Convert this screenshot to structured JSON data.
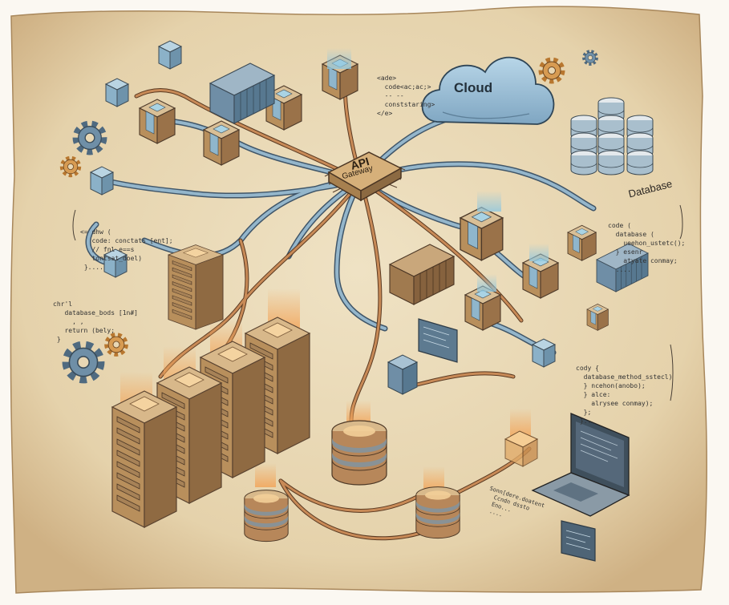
{
  "labels": {
    "cloud": "Cloud",
    "database": "Database",
    "api_gateway_title": "API",
    "api_gateway_subtitle": "Gateway"
  },
  "code_snippets": {
    "top": [
      "<ade>",
      "  code<ac;ac;>",
      "  -- --",
      "  conststaring>",
      "</e>"
    ],
    "left_upper": [
      "<= dhw (",
      "   code: conctats [ent];",
      "   // fnl e==s",
      "   tontsat_doel)",
      " }...."
    ],
    "left_lower": [
      "chr'l",
      "   database_bods [1n#]",
      "     , ,",
      "   return (bely;",
      " }"
    ],
    "right_upper": [
      "code (",
      "  database (",
      "    ueehon_ustetc();",
      "  } esenr",
      "    atyate conmay;",
      "  ...."
    ],
    "right_lower": [
      "cody {",
      "  database_method_sstecl)",
      "  } ncehon(anobo);",
      "  } alce:",
      "    alrysee conmay);",
      "  };",
      " }.."
    ],
    "bottom": [
      "Sonn[dere.doatent",
      "  Ccndn dssto",
      "  Eno...",
      "  ...."
    ]
  },
  "colors": {
    "paper": "#e8d7b4",
    "pipe_blue": "#7f9fb6",
    "pipe_copper": "#b27b4c",
    "server_tan": "#c79e67",
    "glow_orange": "#f2a55a",
    "cloud_blue": "#9ec3db",
    "chip_tan": "#c9a36b"
  },
  "icons": [
    "cloud-icon",
    "api-gateway-chip-icon",
    "database-stack-icon",
    "server-rack-icon",
    "gear-icon",
    "container-icon",
    "cube-node-icon",
    "laptop-icon",
    "monitor-icon"
  ]
}
